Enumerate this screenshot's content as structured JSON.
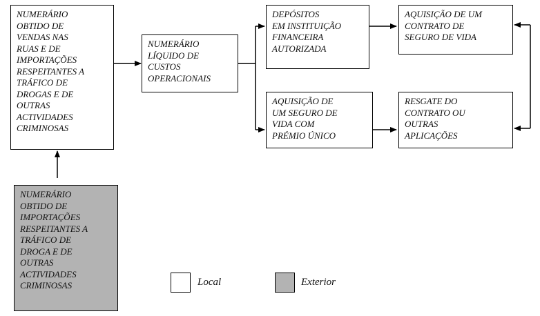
{
  "colors": {
    "local": "#ffffff",
    "exterior": "#b3b3b3",
    "stroke": "#000000"
  },
  "boxes": {
    "b1": {
      "lines": [
        "NUMERÁRIO",
        "OBTIDO DE",
        "VENDAS NAS",
        "RUAS E DE",
        "IMPORTAÇÕES",
        "RESPEITANTES A",
        "TRÁFICO DE",
        "DROGAS E DE",
        "OUTRAS",
        "ACTIVIDADES",
        "CRIMINOSAS"
      ]
    },
    "b2": {
      "lines": [
        "NUMERÁRIO",
        "LÍQUIDO DE",
        "CUSTOS",
        "OPERACIONAIS"
      ]
    },
    "b3": {
      "lines": [
        "DEPÓSITOS",
        "EM INSTITUIÇÃO",
        "FINANCEIRA",
        "AUTORIZADA"
      ]
    },
    "b4": {
      "lines": [
        "AQUISIÇÃO DE UM",
        "CONTRATO DE",
        "SEGURO DE VIDA"
      ]
    },
    "b5": {
      "lines": [
        "AQUISIÇÃO DE",
        "UM SEGURO DE",
        "VIDA COM",
        "PRÉMIO ÚNICO"
      ]
    },
    "b6": {
      "lines": [
        "RESGATE DO",
        "CONTRATO OU",
        "OUTRAS",
        "APLICAÇÕES"
      ]
    },
    "b7": {
      "lines": [
        "NUMERÁRIO",
        "OBTIDO DE",
        "IMPORTAÇÕES",
        "RESPEITANTES A",
        "TRÁFICO DE",
        "DROGA E DE",
        "OUTRAS",
        "ACTIVIDADES",
        "CRIMINOSAS"
      ]
    }
  },
  "legend": {
    "local_label": "Local",
    "exterior_label": "Exterior"
  }
}
